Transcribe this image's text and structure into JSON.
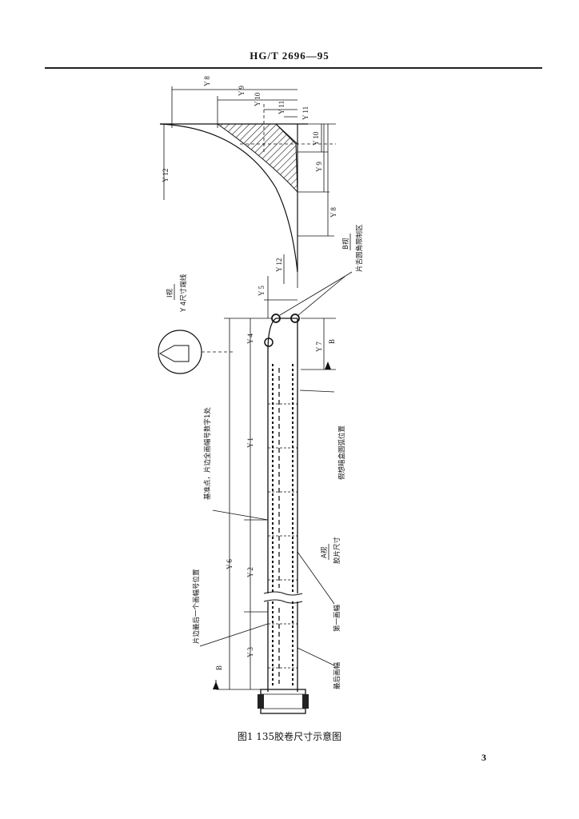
{
  "header": {
    "standard": "HG/T 2696—95"
  },
  "figure": {
    "caption": "图1  135胶卷尺寸示意图",
    "dimension_labels": {
      "y1": "Y 1",
      "y2": "Y 2",
      "y3": "Y 3",
      "y4": "Y 4",
      "y5": "Y 5",
      "y6": "Y 6",
      "y7": "Y 7",
      "y8": "Y 8",
      "y9": "Y 9",
      "y10": "Y 10",
      "y11": "Y 11",
      "y12": "Y 12"
    },
    "section_marks": {
      "b": "B"
    },
    "view_labels": {
      "i_view": "I视",
      "i_view_desc": "Y 4尺寸端线",
      "a_view": "A视",
      "a_view_desc": "胶片尺寸",
      "b_view": "B视",
      "b_view_desc": "片舌圆角限制区"
    },
    "callouts": {
      "datum": "基准点，片边全画幅号数字1处",
      "last_frame_mark": "片边最后一个画幅号位置",
      "cassette_exit": "假想暗盒圆弧位置",
      "first_frame": "第一画幅",
      "last_frame": "最后画幅"
    }
  },
  "page": {
    "number": "3"
  }
}
